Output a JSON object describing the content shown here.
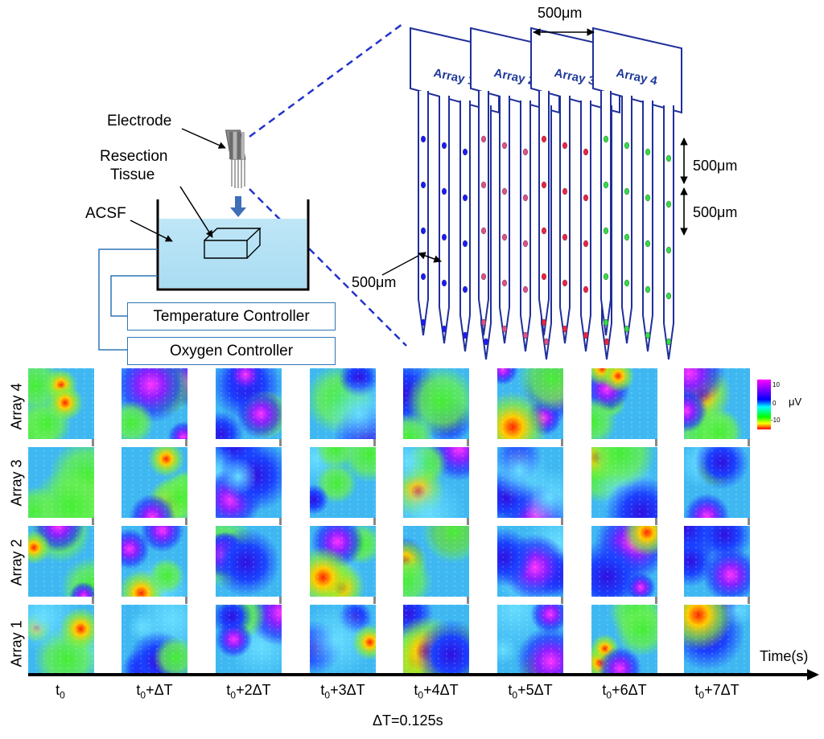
{
  "setup": {
    "electrode_label": "Electrode",
    "tissue_label_line1": "Resection",
    "tissue_label_line2": "Tissue",
    "acsf_label": "ACSF",
    "temperature_controller": "Temperature Controller",
    "oxygen_controller": "Oxygen Controller"
  },
  "probe": {
    "arrays": [
      "Array 1",
      "Array 2",
      "Array 3",
      "Array 4"
    ],
    "array_colors": [
      "#1a1aff",
      "#e0508a",
      "#ee2244",
      "#33dd44"
    ],
    "outline_color": "#1f2f9a",
    "pitch_top": "500μm",
    "pitch_vertical_1": "500μm",
    "pitch_vertical_2": "500μm",
    "pitch_horizontal": "500μm"
  },
  "heatmaps": {
    "rows": [
      "Array 4",
      "Array 3",
      "Array 2",
      "Array 1"
    ],
    "time_points": [
      {
        "base": "t",
        "sub": "0",
        "suffix": ""
      },
      {
        "base": "t",
        "sub": "0",
        "suffix": "+ΔT"
      },
      {
        "base": "t",
        "sub": "0",
        "suffix": "+2ΔT"
      },
      {
        "base": "t",
        "sub": "0",
        "suffix": "+3ΔT"
      },
      {
        "base": "t",
        "sub": "0",
        "suffix": "+4ΔT"
      },
      {
        "base": "t",
        "sub": "0",
        "suffix": "+5ΔT"
      },
      {
        "base": "t",
        "sub": "0",
        "suffix": "+6ΔT"
      },
      {
        "base": "t",
        "sub": "0",
        "suffix": "+7ΔT"
      }
    ],
    "time_axis_label": "Time(s)",
    "delta_t_note": "ΔT=0.125s",
    "colorbar": {
      "max_label": "10",
      "mid_label": "0",
      "min_label": "-10",
      "unit": "μV"
    }
  }
}
